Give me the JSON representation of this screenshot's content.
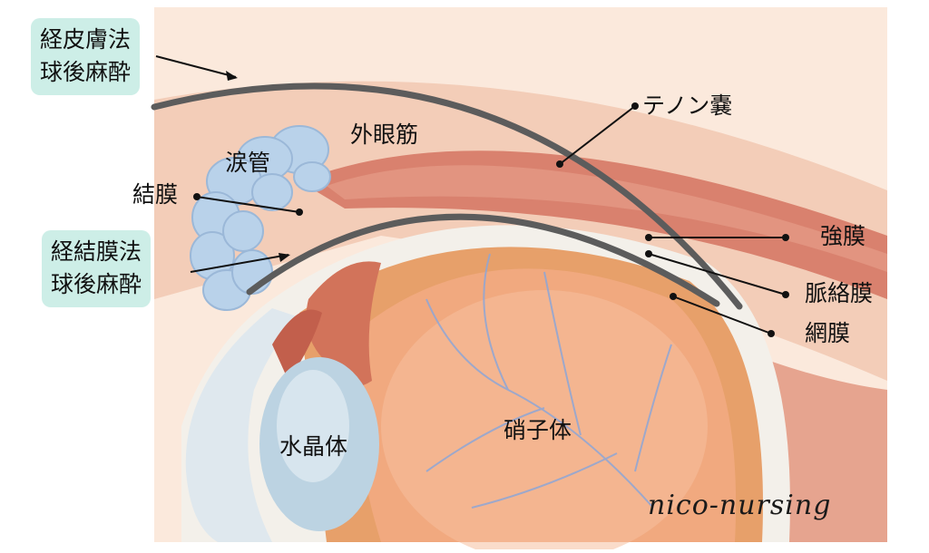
{
  "colors": {
    "callout_box": "#cdeee7",
    "background": "#fbe9dc",
    "muscle": "#d9816e",
    "sclera": "#f3f0ea",
    "choroid": "#e7a06a",
    "vitreous": "#f1a97f",
    "vessel": "#8ea6d6",
    "lacrimal": "#b9d2ea",
    "lens": "#bcd3e2",
    "needle_line": "#5c5c5c",
    "leader": "#111111"
  },
  "callouts": {
    "retrobulbar_line1": "経皮膚法",
    "retrobulbar_line2": "球後麻酔",
    "transconj_line1": "経結膜法",
    "transconj_line2": "球後麻酔"
  },
  "labels": {
    "lacrimal": "涙管",
    "extraocular_muscle": "外眼筋",
    "tenon": "テノン嚢",
    "conjunctiva": "結膜",
    "sclera": "強膜",
    "choroid": "脈絡膜",
    "retina": "網膜",
    "lens": "水晶体",
    "vitreous": "硝子体"
  },
  "watermark": "nico-nursing"
}
